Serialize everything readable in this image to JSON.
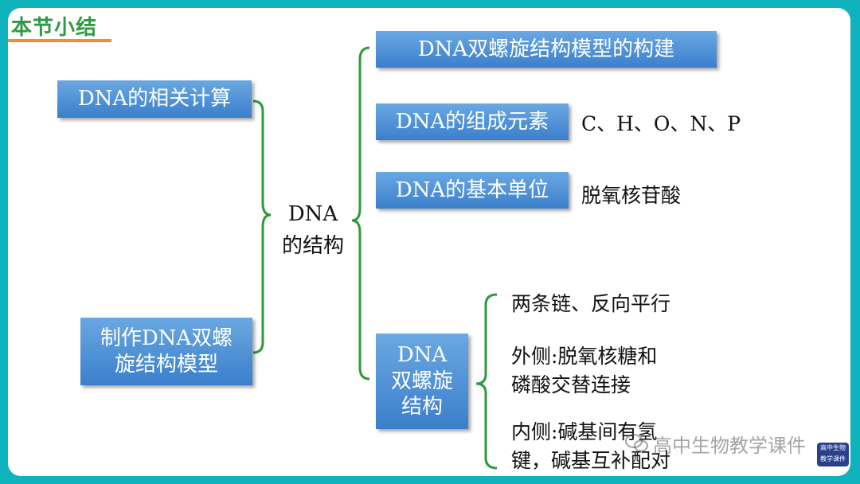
{
  "section_title": "本节小结",
  "center": {
    "line1": "DNA",
    "line2": "的结构"
  },
  "left_boxes": {
    "calc": "DNA的相关计算",
    "model_line1": "制作DNA双螺",
    "model_line2": "旋结构模型"
  },
  "right_boxes": {
    "construction": "DNA双螺旋结构模型的构建",
    "elements": "DNA的组成元素",
    "basic_unit": "DNA的基本单位",
    "helix_line1": "DNA",
    "helix_line2": "双螺旋",
    "helix_line3": "结构"
  },
  "details": {
    "elements_value": "C、H、O、N、P",
    "basic_unit_value": "脱氧核苷酸",
    "helix_1": "两条链、反向平行",
    "helix_2_line1": "外侧:脱氧核糖和",
    "helix_2_line2": "磷酸交替连接",
    "helix_3_line1": "内侧:碱基间有氢",
    "helix_3_line2": "键，碱基互补配对"
  },
  "watermark": {
    "text": "高中生物教学课件",
    "logo_text": "高中生物 教学课件"
  },
  "colors": {
    "frame": "#0fb3bd",
    "box": "#3b7fcc",
    "brace": "#2f9a3a",
    "title": "#2e9a45",
    "underline": "#f08a3c"
  }
}
